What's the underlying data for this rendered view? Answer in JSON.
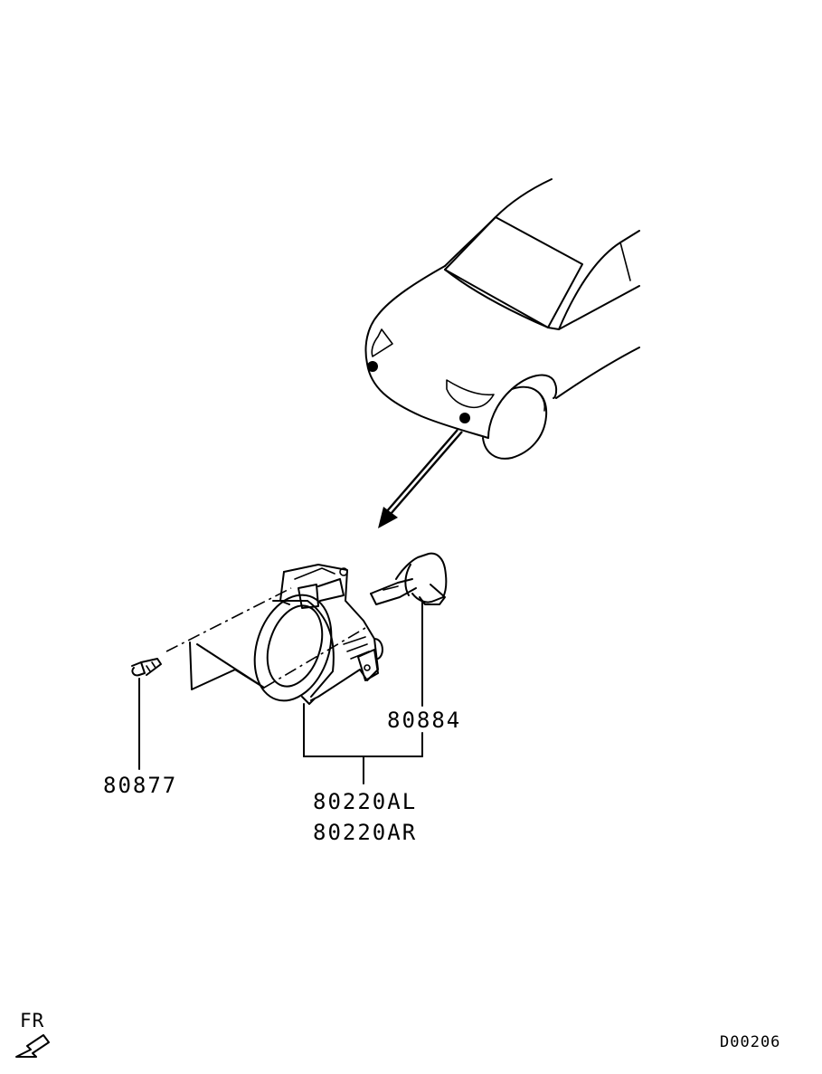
{
  "labels": {
    "screw": "80877",
    "bulb": "80884",
    "lamp_left": "80220AL",
    "lamp_right": "80220AR",
    "front_marker": "FR",
    "diagram_code": "D00206"
  },
  "icons": {
    "front_direction": "front-arrow-icon"
  }
}
